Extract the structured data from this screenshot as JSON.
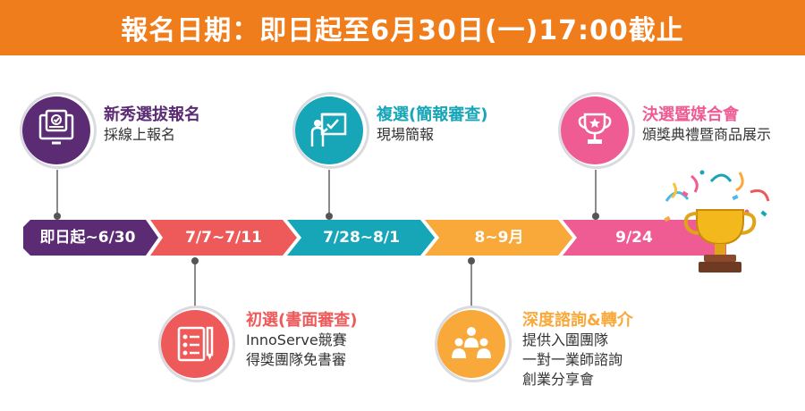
{
  "banner": {
    "text": "報名日期：即日起至6月30日(一)17:00截止"
  },
  "timeline": [
    {
      "label": "即日起~6/30",
      "color": "#5b2b73"
    },
    {
      "label": "7/7~7/11",
      "color": "#ee5a5a"
    },
    {
      "label": "7/28~8/1",
      "color": "#16a6b8"
    },
    {
      "label": "8~9月",
      "color": "#f9a83a"
    },
    {
      "label": "9/24",
      "color": "#ef5c93"
    }
  ],
  "stages": {
    "signup": {
      "title": "新秀選拔報名",
      "lines": [
        "採線上報名"
      ],
      "color": "#5b2b73",
      "icon": "online-form-icon"
    },
    "first": {
      "title": "初選(書面審查)",
      "lines": [
        "InnoServe競賽",
        "得獎團隊免書審"
      ],
      "color": "#ee5a5a",
      "icon": "document-review-icon"
    },
    "second": {
      "title": "複選(簡報審查)",
      "lines": [
        "現場簡報"
      ],
      "color": "#16a6b8",
      "icon": "presentation-icon"
    },
    "consult": {
      "title": "深度諮詢&轉介",
      "lines": [
        "提供入圍團隊",
        "一對一業師諮詢",
        "創業分享會"
      ],
      "color": "#f9a83a",
      "icon": "mentoring-icon"
    },
    "final": {
      "title": "決選暨媒合會",
      "lines": [
        "頒獎典禮暨商品展示"
      ],
      "color": "#ef5c93",
      "icon": "trophy-icon"
    }
  }
}
